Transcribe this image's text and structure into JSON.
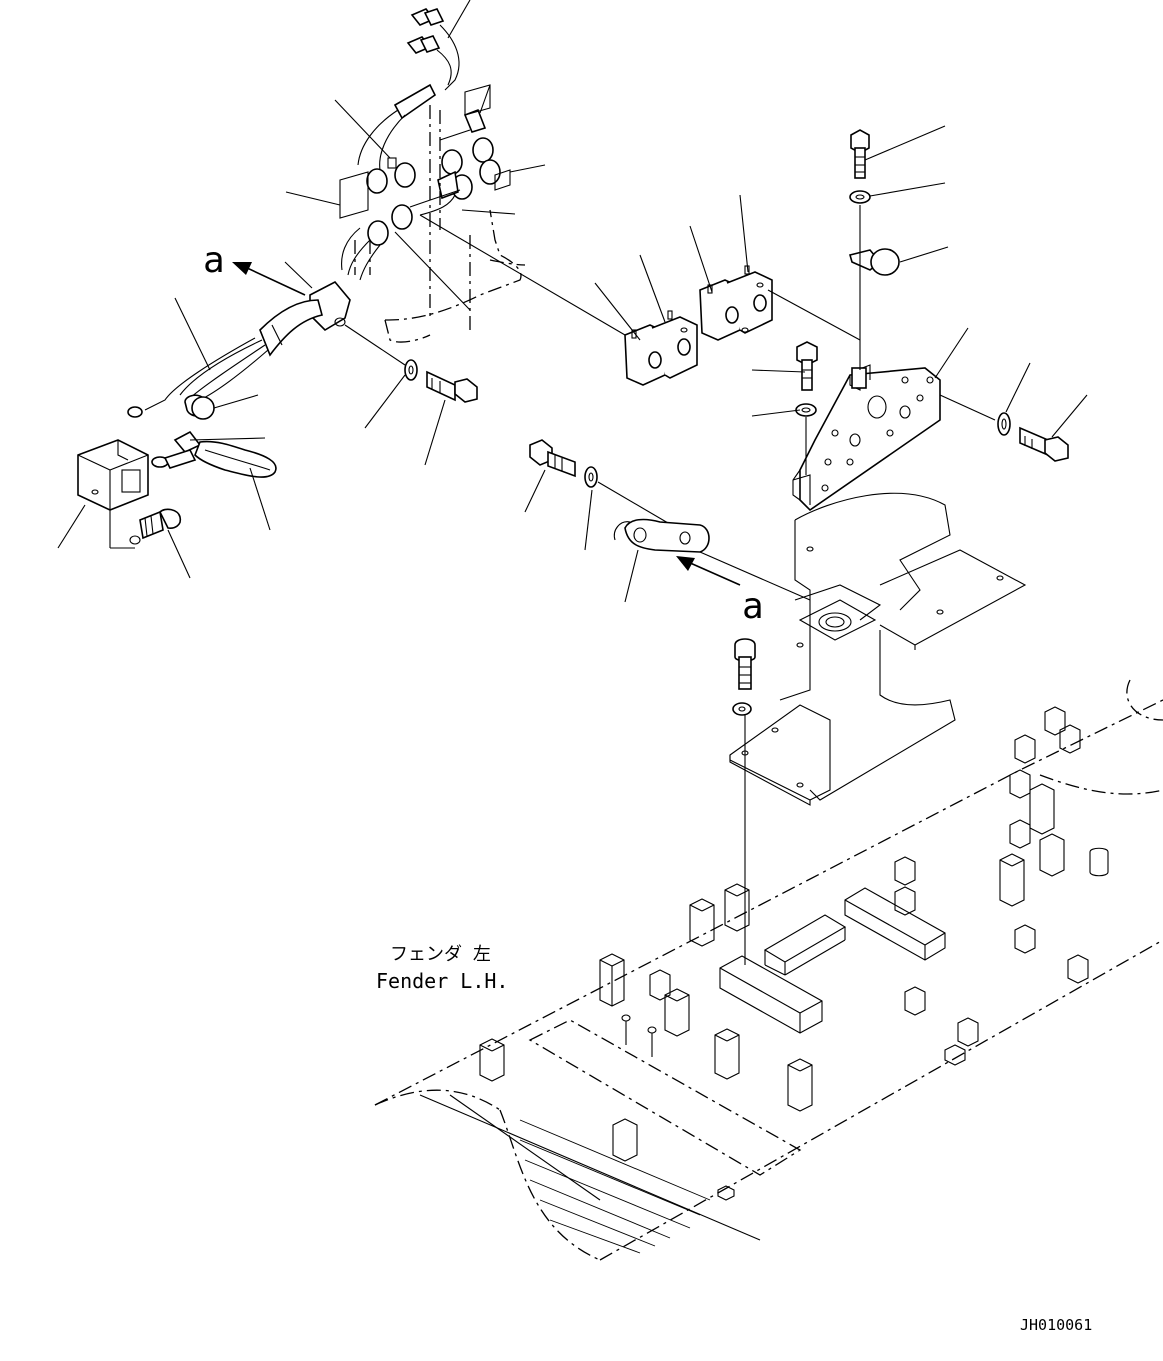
{
  "labels": {
    "view_marker": "a",
    "fender_jp": "フェンダ 左",
    "fender_en": "Fender L.H.",
    "drawing_id": "JH010061"
  }
}
